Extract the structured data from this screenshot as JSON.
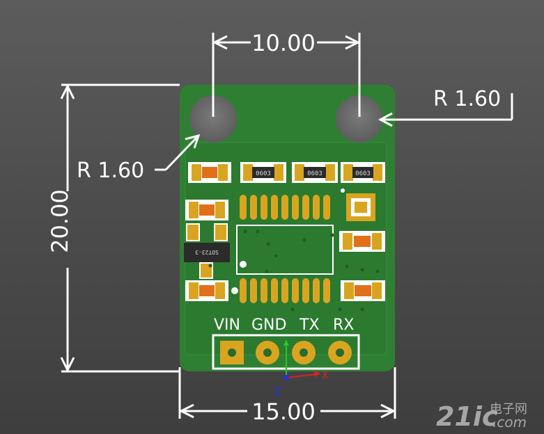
{
  "dimensions": {
    "hole_spacing": "10.00",
    "board_height": "20.00",
    "board_width": "15.00",
    "radius_left": "R 1.60",
    "radius_right": "R 1.60"
  },
  "pins": {
    "vin": "VIN",
    "gnd": "GND",
    "tx": "TX",
    "rx": "RX"
  },
  "packages": {
    "cap_1": "0603",
    "cap_2": "0603",
    "cap_3": "0603",
    "transistor": "SOT23-3",
    "small_label": "0603"
  },
  "axis": {
    "z": "Z",
    "x": "X"
  },
  "watermark": {
    "brand": "21ic",
    "site_top": "电子网",
    "site_bottom": ".com"
  },
  "colors": {
    "board": "#2f7f33",
    "pad": "#d9a520",
    "dimension": "#ffffff"
  }
}
